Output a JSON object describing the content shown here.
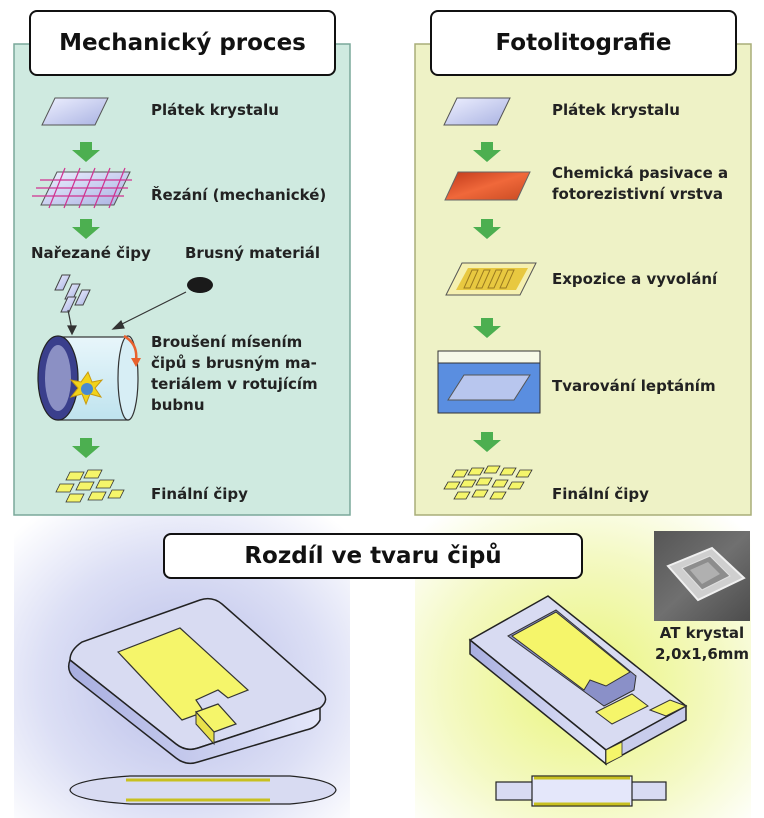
{
  "left": {
    "title": "Mechanický proces",
    "steps": {
      "wafer": "Plátek krystalu",
      "cutting": "Řezání (mechanické)",
      "cut_chips": "Nařezané čipy",
      "abrasive": "Brusný materiál",
      "grinding_lines": [
        "Broušení mísením",
        "čipů s brusným ma-",
        "teriálem v rotujícím",
        "bubnu"
      ],
      "final": "Finální čipy"
    }
  },
  "right": {
    "title": "Fotolitografie",
    "steps": {
      "wafer": "Plátek krystalu",
      "passivation_lines": [
        "Chemická pasivace a",
        "fotorezistivní vrstva"
      ],
      "exposure": "Expozice a vyvolání",
      "etching": "Tvarování leptáním",
      "final": "Finální čipy"
    }
  },
  "bottom": {
    "title": "Rozdíl ve tvaru čipů",
    "photo_caption_lines": [
      "AT krystal",
      "2,0x1,6mm"
    ]
  },
  "colors": {
    "left_panel": "#cfeae0",
    "right_panel": "#eef2c6",
    "arrow": "#4caf50",
    "wafer_fill": "#c9d0ee",
    "resist": "#e8602c",
    "chip_yellow": "#f5f56a"
  }
}
